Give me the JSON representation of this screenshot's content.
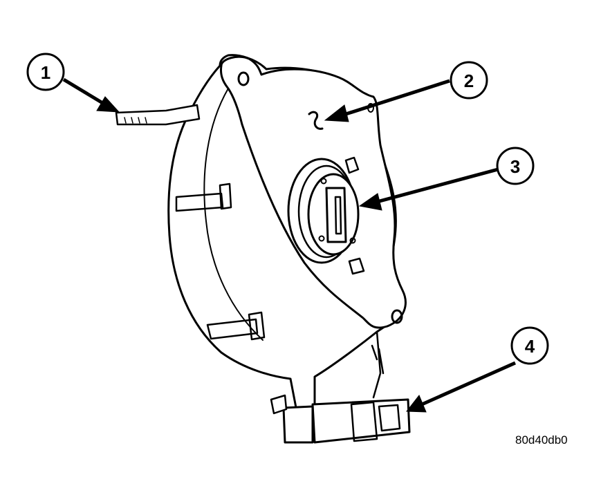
{
  "callouts": [
    {
      "number": "1"
    },
    {
      "number": "2"
    },
    {
      "number": "3"
    },
    {
      "number": "4"
    }
  ],
  "figure_id": "80d40db0",
  "colors": {
    "line": "#000000",
    "background": "#ffffff"
  }
}
